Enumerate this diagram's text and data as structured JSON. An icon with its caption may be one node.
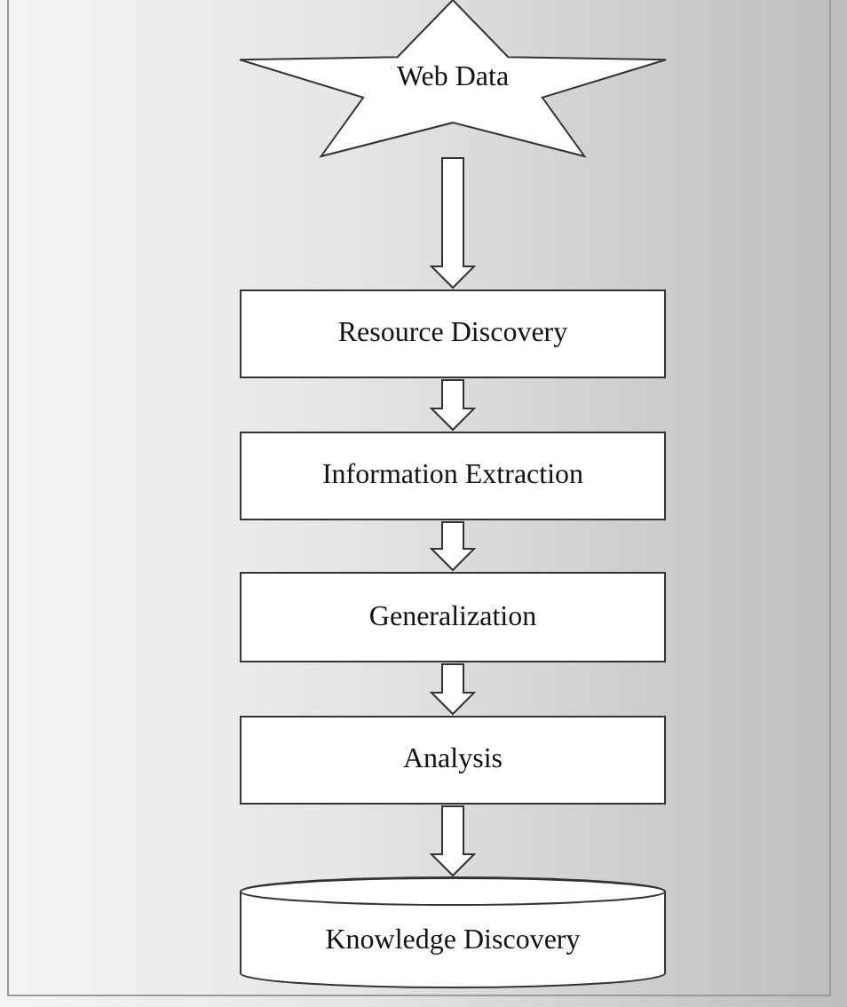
{
  "diagram": {
    "nodes": [
      {
        "text": [
          "Web Data"
        ]
      },
      {
        "text": [
          "Resource Discovery"
        ]
      },
      {
        "text": [
          "Information Extraction"
        ]
      },
      {
        "text": [
          "Generalization"
        ]
      },
      {
        "text": [
          "Analysis"
        ]
      },
      {
        "text": [
          "Knowledge Discovery"
        ]
      }
    ],
    "edges": [
      {
        "from": 0,
        "to": 1,
        "arrow": "to"
      },
      {
        "from": 1,
        "to": 2,
        "arrow": "to"
      },
      {
        "from": 2,
        "to": 3,
        "arrow": "to"
      },
      {
        "from": 3,
        "to": 4,
        "arrow": "to"
      },
      {
        "from": 4,
        "to": 5,
        "arrow": "to"
      }
    ]
  }
}
